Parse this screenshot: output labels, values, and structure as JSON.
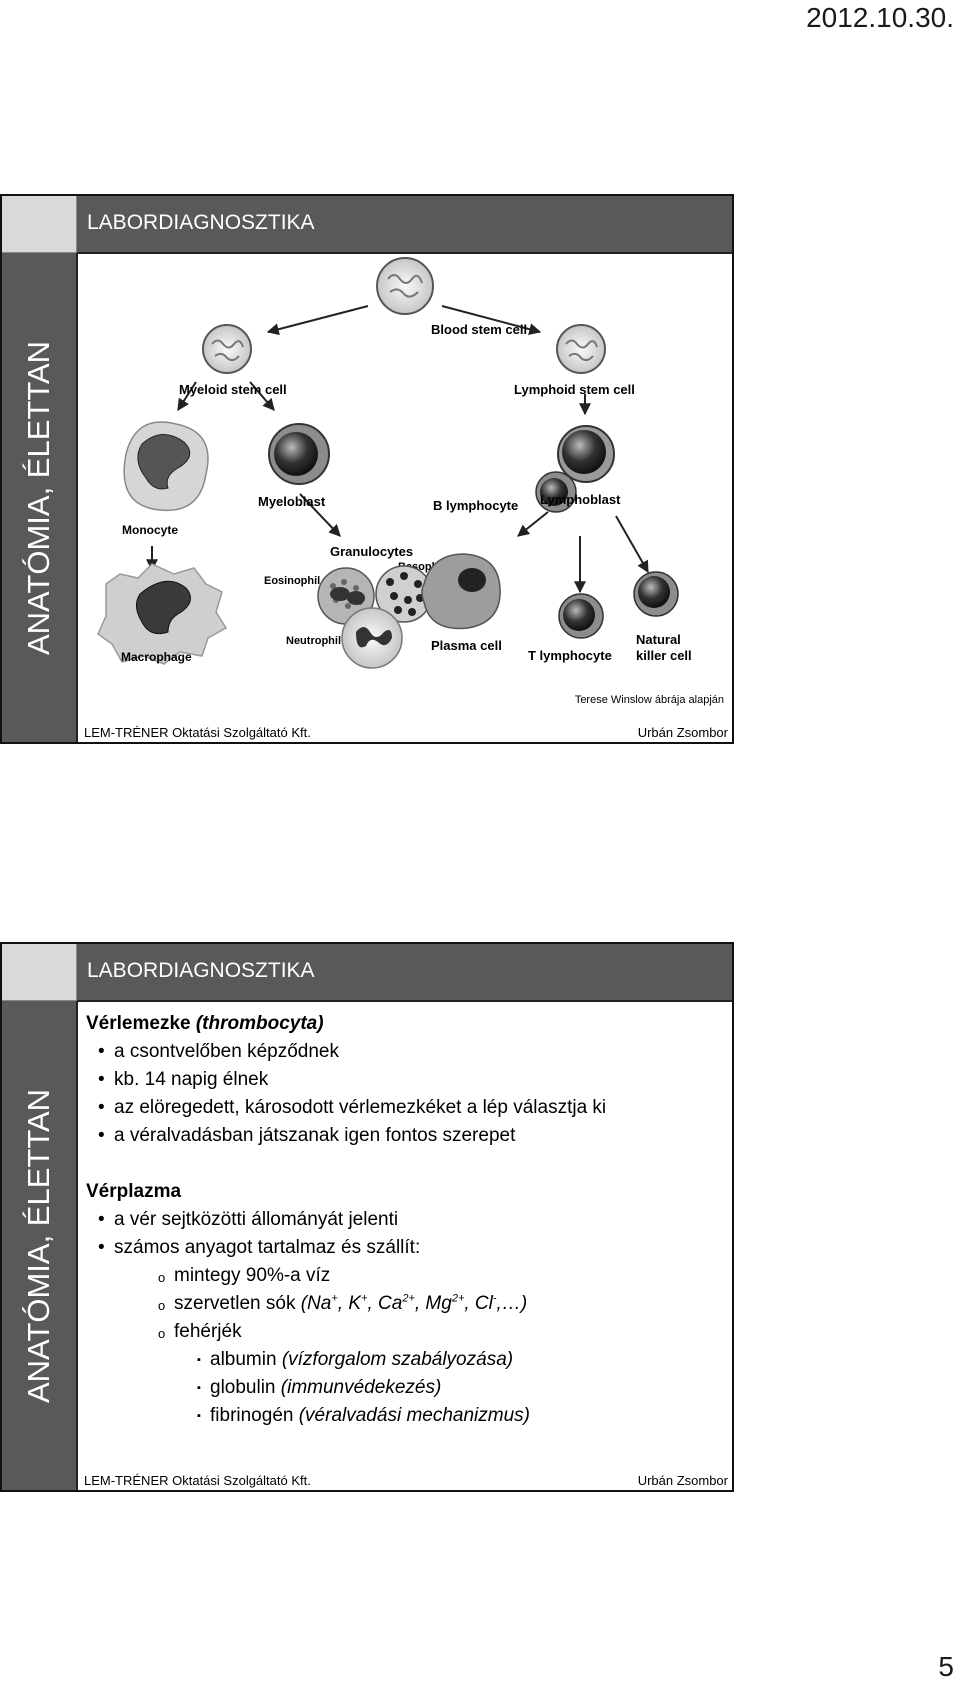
{
  "page": {
    "date": "2012.10.30.",
    "number": "5"
  },
  "slides": [
    {
      "title": "LABORDIAGNOSZTIKA",
      "sidebar": "ANATÓMIA, ÉLETTAN",
      "footer_left": "LEM-TRÉNER Oktatási Szolgáltató Kft.",
      "footer_right": "Urbán Zsombor",
      "credit": "Terese Winslow ábrája alapján",
      "diagram_labels": {
        "blood_stem_cell": "Blood stem cell",
        "myeloid_stem_cell": "Myeloid stem cell",
        "lymphoid_stem_cell": "Lymphoid stem cell",
        "monocyte": "Monocyte",
        "myeloblast": "Myeloblast",
        "granulocytes": "Granulocytes",
        "basophil": "Basophil",
        "eosinophil": "Eosinophil",
        "neutrophil": "Neutrophil",
        "macrophage": "Macrophage",
        "b_lymphocyte": "B lymphocyte",
        "lymphoblast": "Lymphoblast",
        "plasma_cell": "Plasma cell",
        "t_lymphocyte": "T lymphocyte",
        "natural": "Natural",
        "killer_cell": "killer cell"
      }
    },
    {
      "title": "LABORDIAGNOSZTIKA",
      "sidebar": "ANATÓMIA, ÉLETTAN",
      "footer_left": "LEM-TRÉNER Oktatási Szolgáltató Kft.",
      "footer_right": "Urbán Zsombor",
      "sections": [
        {
          "heading": "Vérlemezke",
          "heading_italic": "(thrombocyta)",
          "bullets": [
            "a csontvelőben képződnek",
            "kb. 14 napig élnek",
            "az elöregedett, károsodott vérlemezkéket a lép választja ki",
            "a véralvadásban játszanak igen fontos szerepet"
          ]
        },
        {
          "heading": "Vérplazma",
          "bullets": [
            "a vér sejtközötti állományát jelenti",
            "számos anyagot tartalmaz és szállít:"
          ],
          "sub_items": {
            "water": "mintegy 90%-a víz",
            "salts_prefix": "szervetlen sók ",
            "salts_na": "(Na",
            "salts_na_sup": "+",
            "salts_k": ", K",
            "salts_k_sup": "+",
            "salts_ca": ", Ca",
            "salts_ca_sup": "2+",
            "salts_mg": ", Mg",
            "salts_mg_sup": "2+",
            "salts_cl": ", Cl",
            "salts_cl_sup": "-",
            "salts_end": ",…)",
            "proteins": "fehérjék"
          },
          "proteins": [
            {
              "name": "albumin ",
              "note": "(vízforgalom szabályozása)"
            },
            {
              "name": "globulin ",
              "note": "(immunvédekezés)"
            },
            {
              "name": "fibrinogén ",
              "note": "(véralvadási mechanizmus)"
            }
          ]
        }
      ]
    }
  ]
}
